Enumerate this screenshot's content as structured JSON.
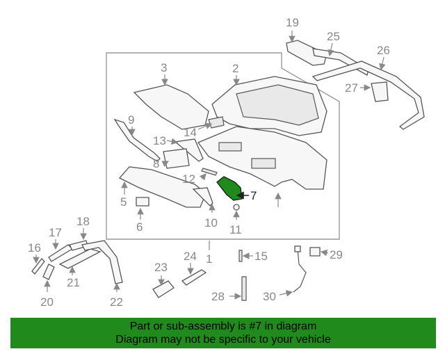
{
  "diagram": {
    "callouts": [
      "1",
      "2",
      "3",
      "5",
      "6",
      "7",
      "8",
      "9",
      "10",
      "11",
      "12",
      "13",
      "14",
      "15",
      "16",
      "17",
      "18",
      "19",
      "20",
      "21",
      "22",
      "23",
      "24",
      "25",
      "26",
      "27",
      "28",
      "29",
      "30"
    ],
    "highlighted_part": "7",
    "highlight_color": "#218a1d"
  },
  "footer": {
    "line1": "Part or sub-assembly is #7 in diagram",
    "line2": "Diagram may not be specific to your vehicle",
    "background": "#218a1d"
  }
}
